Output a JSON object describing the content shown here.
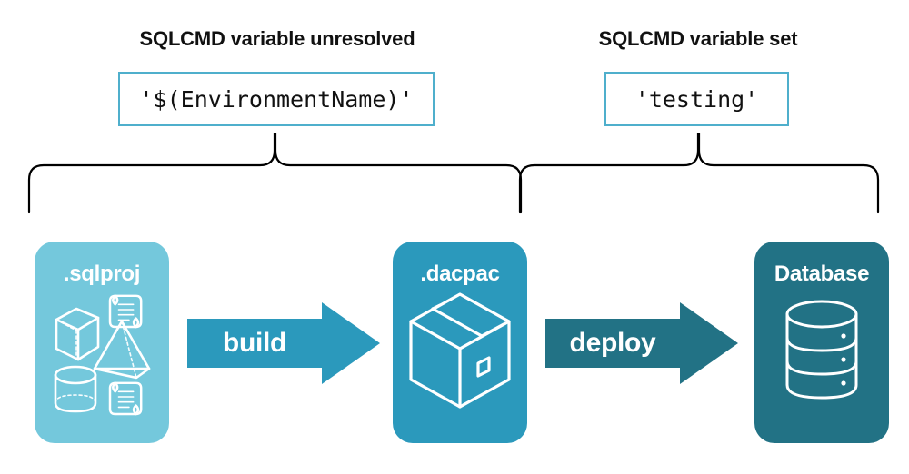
{
  "diagram": {
    "title_left": "SQLCMD variable unresolved",
    "title_right": "SQLCMD variable set",
    "value_left": "'$(EnvironmentName)'",
    "value_right": "'testing'",
    "stages": [
      {
        "label": ".sqlproj",
        "color": "#74C8DC",
        "icons": [
          "cube-icon",
          "scroll-icon",
          "pyramid-icon",
          "cylinder-icon",
          "scroll-icon"
        ]
      },
      {
        "label": ".dacpac",
        "color": "#2B99BC",
        "icons": [
          "package-box-icon"
        ]
      },
      {
        "label": "Database",
        "color": "#227285",
        "icons": [
          "database-cylinder-icon"
        ]
      }
    ],
    "arrows": [
      {
        "label": "build",
        "color": "#2B99BC"
      },
      {
        "label": "deploy",
        "color": "#227285"
      }
    ],
    "colors": {
      "border_accent": "#4FAFCC",
      "text": "#111111",
      "background": "#FFFFFF",
      "brace_stroke": "#000000",
      "sqlproj_fill": "#74C8DC",
      "dacpac_fill": "#2B99BC",
      "database_fill": "#227285"
    }
  }
}
